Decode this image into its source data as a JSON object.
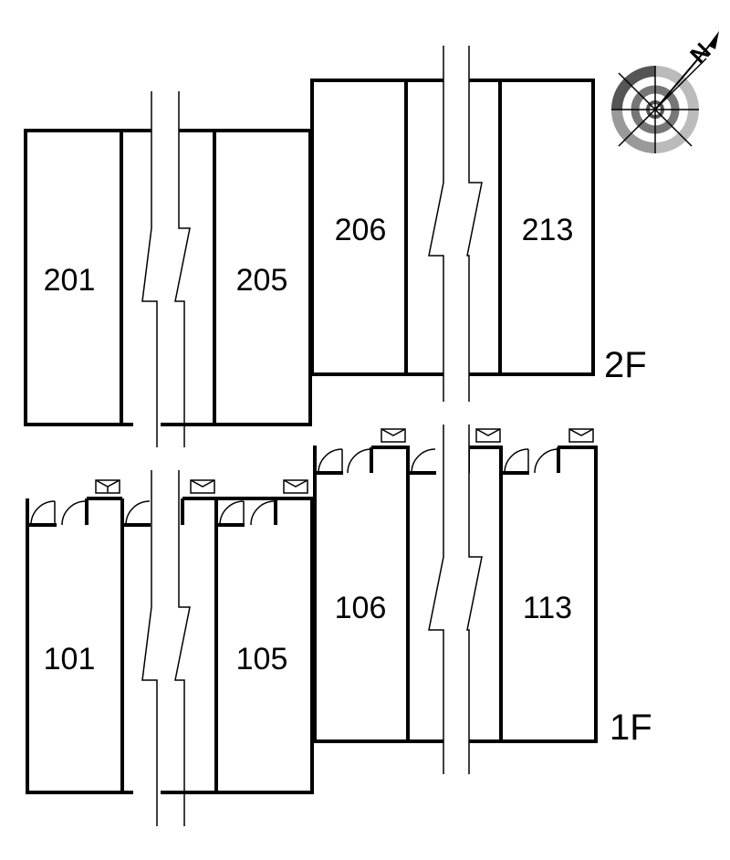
{
  "floors": [
    {
      "label": "2F",
      "units": [
        {
          "number": "201"
        },
        {
          "number": "205"
        },
        {
          "number": "206"
        },
        {
          "number": "213"
        }
      ]
    },
    {
      "label": "1F",
      "units": [
        {
          "number": "101"
        },
        {
          "number": "105"
        },
        {
          "number": "106"
        },
        {
          "number": "113"
        }
      ]
    }
  ],
  "compass": {
    "north_label": "N",
    "icon": "north-compass-icon"
  }
}
